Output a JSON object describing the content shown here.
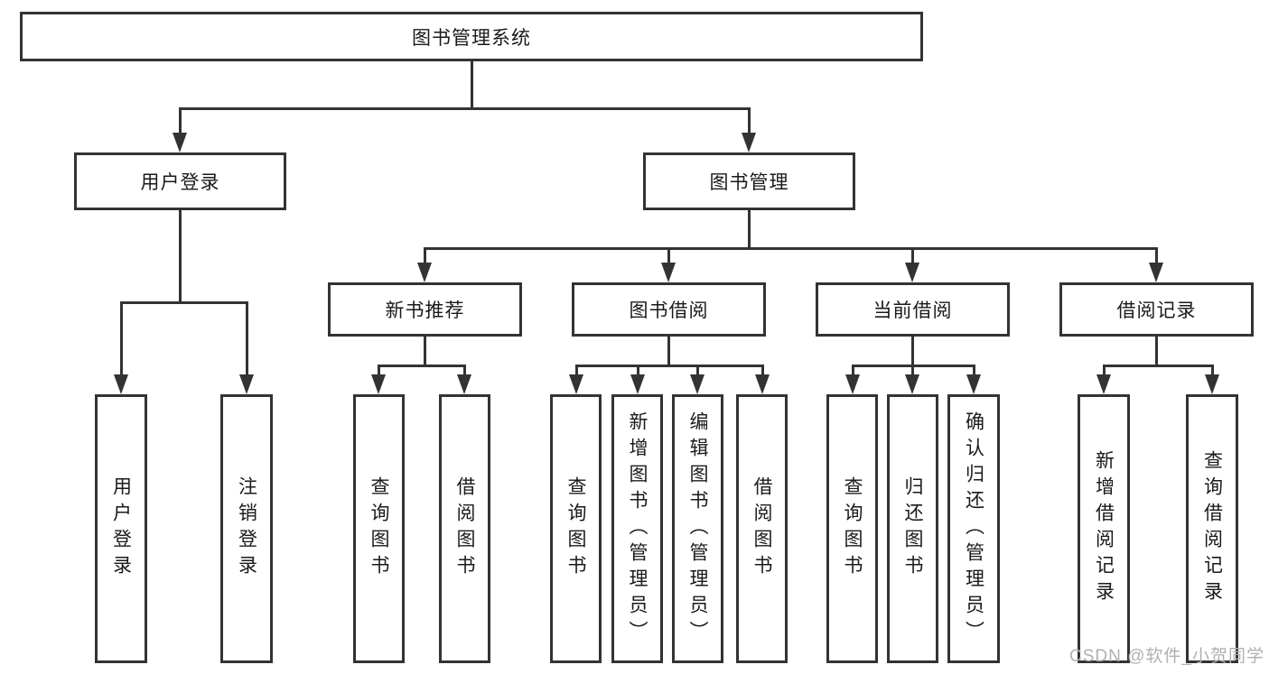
{
  "diagram": {
    "title": "图书管理系统",
    "level2": [
      {
        "label": "用户登录"
      },
      {
        "label": "图书管理"
      }
    ],
    "level3": [
      {
        "label": "新书推荐"
      },
      {
        "label": "图书借阅"
      },
      {
        "label": "当前借阅"
      },
      {
        "label": "借阅记录"
      }
    ],
    "leaves": [
      {
        "label": "用户登录"
      },
      {
        "label": "注销登录"
      },
      {
        "label": "查询图书"
      },
      {
        "label": "借阅图书"
      },
      {
        "label": "查询图书"
      },
      {
        "label": "新增图书（管理员）"
      },
      {
        "label": "编辑图书（管理员）"
      },
      {
        "label": "借阅图书"
      },
      {
        "label": "查询图书"
      },
      {
        "label": "归还图书"
      },
      {
        "label": "确认归还（管理员）"
      },
      {
        "label": "新增借阅记录"
      },
      {
        "label": "查询借阅记录"
      }
    ],
    "watermark": "CSDN @软件_小贺同学",
    "colors": {
      "line": "#333333",
      "text": "#1a1a1a",
      "watermark": "#b0b0b0",
      "background": "#ffffff"
    }
  }
}
